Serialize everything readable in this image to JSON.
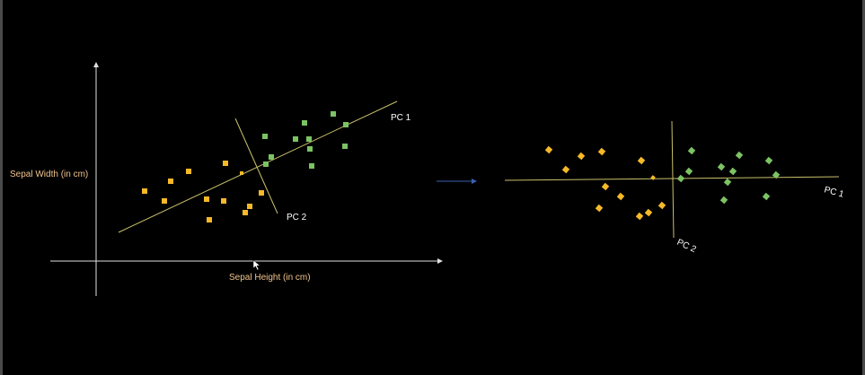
{
  "diagram": {
    "y_axis_label": "Sepal Width (in cm)",
    "x_axis_label": "Sepal Height (in cm)",
    "pc1_label": "PC 1",
    "pc2_label": "PC 2",
    "pc1_label_rotated": "PC 1",
    "pc2_label_rotated": "PC 2"
  },
  "colors": {
    "background": "#000000",
    "axis": "#e0e0e0",
    "axis_label": "#f2c48d",
    "pc_line": "#c8c16a",
    "pc_label": "#ffffff",
    "class_a": "#f6b928",
    "class_b": "#7cc364",
    "arrow": "#3c5fb0"
  },
  "icons": {
    "cursor": "mouse-pointer-icon",
    "transform_arrow": "arrow-right-icon"
  }
}
